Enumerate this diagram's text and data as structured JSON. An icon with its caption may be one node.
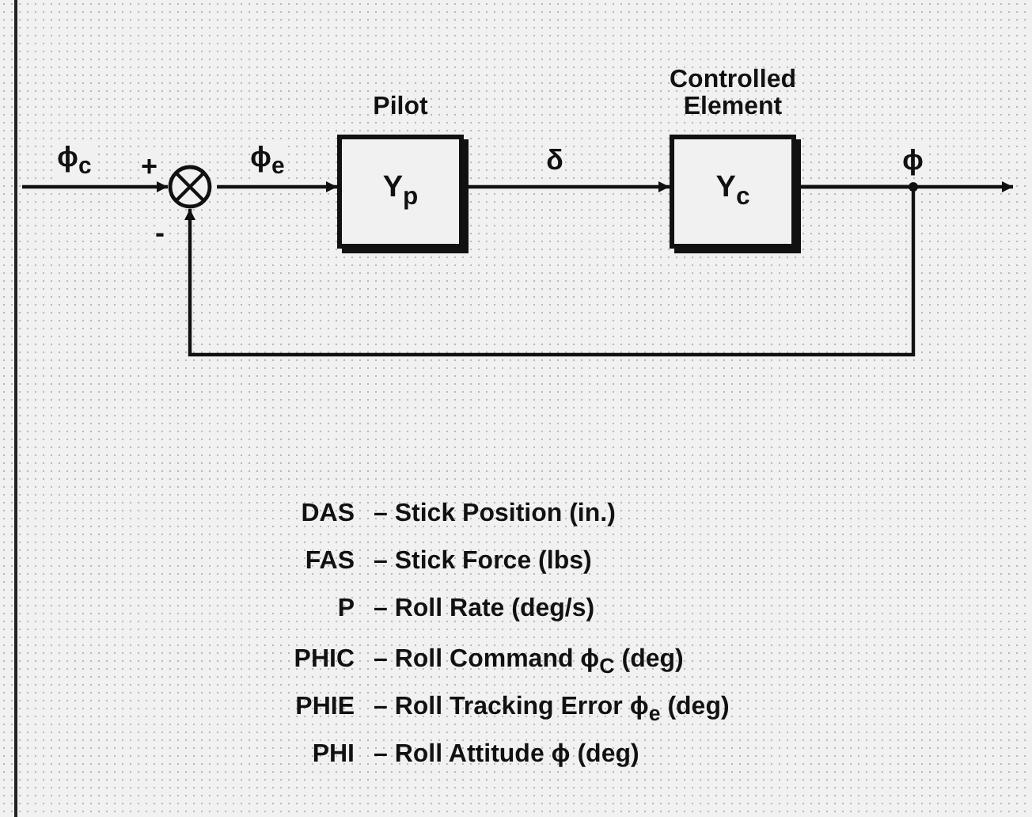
{
  "diagram": {
    "nodes": [
      {
        "text": [],
        "shape": "circle"
      },
      {
        "text": [
          "Pilot",
          "Y$_{p}$"
        ]
      },
      {
        "text": [
          "Controlled Element",
          "Y$_{c}$"
        ]
      }
    ],
    "edges": [
      {
        "from": null,
        "to": 0,
        "arrow": "to",
        "label": "ϕ$_{c}$"
      },
      {
        "from": 0,
        "to": 1,
        "arrow": "to",
        "label": "ϕ$_{e}$"
      },
      {
        "from": 1,
        "to": 2,
        "arrow": "to",
        "label": "δ"
      },
      {
        "from": 2,
        "to": null,
        "arrow": "to",
        "label": "ϕ"
      },
      {
        "from": 2,
        "to": 0,
        "arrow": "to"
      }
    ],
    "labels": [
      "+",
      "-",
      "DAS",
      "– Stick Position (in.)",
      "FAS",
      "– Stick Force (lbs)",
      "P",
      "– Roll Rate (deg/s)",
      "PHIC",
      "– Roll Command ϕ$_{C}$ (deg)",
      "PHIE",
      "– Roll Tracking Error ϕ$_{e}$ (deg)",
      "PHI",
      "– Roll Attitude ϕ (deg)"
    ]
  }
}
